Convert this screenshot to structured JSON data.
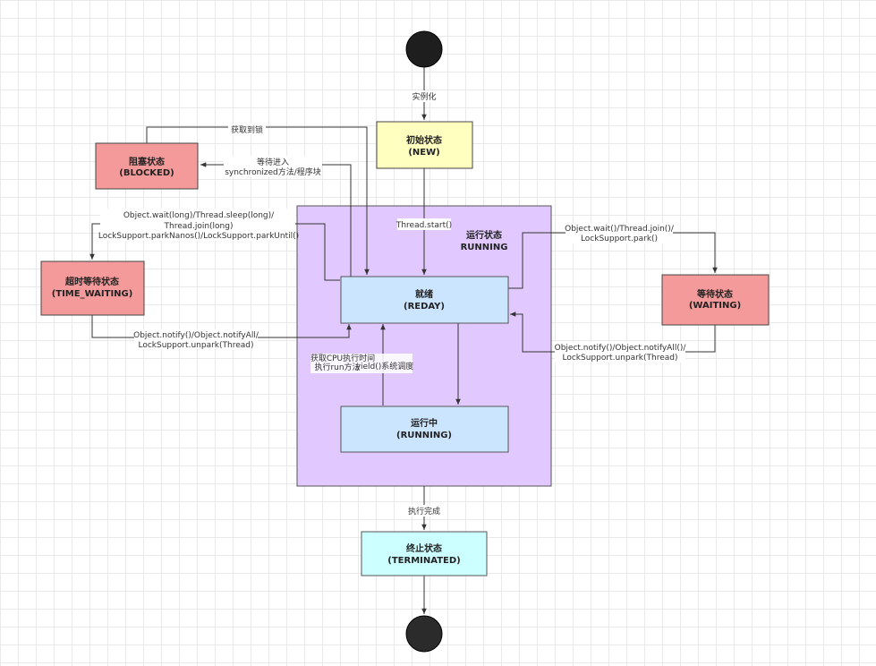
{
  "nodes": {
    "new": {
      "line1": "初始状态",
      "line2": "(NEW)",
      "fill": "#ffffc0"
    },
    "blocked": {
      "line1": "阻塞状态",
      "line2": "(BLOCKED)",
      "fill": "#f59a9a"
    },
    "timed_waiting": {
      "line1": "超时等待状态",
      "line2": "(TIME_WAITING)",
      "fill": "#f59a9a"
    },
    "waiting": {
      "line1": "等待状态",
      "line2": "(WAITING)",
      "fill": "#f59a9a"
    },
    "running_group": {
      "line1": "运行状态",
      "line2": "RUNNING",
      "fill": "#e1c9ff"
    },
    "ready": {
      "line1": "就绪",
      "line2": "(REDAY)",
      "fill": "#cce5ff"
    },
    "running": {
      "line1": "运行中",
      "line2": "(RUNNING)",
      "fill": "#cce5ff"
    },
    "terminated": {
      "line1": "终止状态",
      "line2": "(TERMINATED)",
      "fill": "#ccffff"
    }
  },
  "edges": {
    "instantiate": "实例化",
    "thread_start": "Thread.start()",
    "acquire_lock": "获取到锁",
    "wait_sync_1": "等待进入",
    "wait_sync_2": "synchronized方法/程序块",
    "timed_wait_1": "Object.wait(long)/Thread.sleep(long)/",
    "timed_wait_2": "Thread.join(long)",
    "timed_wait_3": "LockSupport.parkNanos()/LockSupport.parkUntil()",
    "timed_notify_1": "Object.notify()/Object.notifyAll/",
    "timed_notify_2": "LockSupport.unpark(Thread)",
    "wait_1": "Object.wait()/Thread.join()/",
    "wait_2": "LockSupport.park()",
    "notify_1": "Object.notify()/Object.notifyAll()/",
    "notify_2": "LockSupport.unpark(Thread)",
    "cpu_1": "获取CPU执行时间",
    "cpu_2": "执行run方法",
    "yield": "yield()系统调度",
    "finish": "执行完成"
  },
  "colors": {
    "line": "#333333",
    "start_end": "#1e1e1e"
  }
}
